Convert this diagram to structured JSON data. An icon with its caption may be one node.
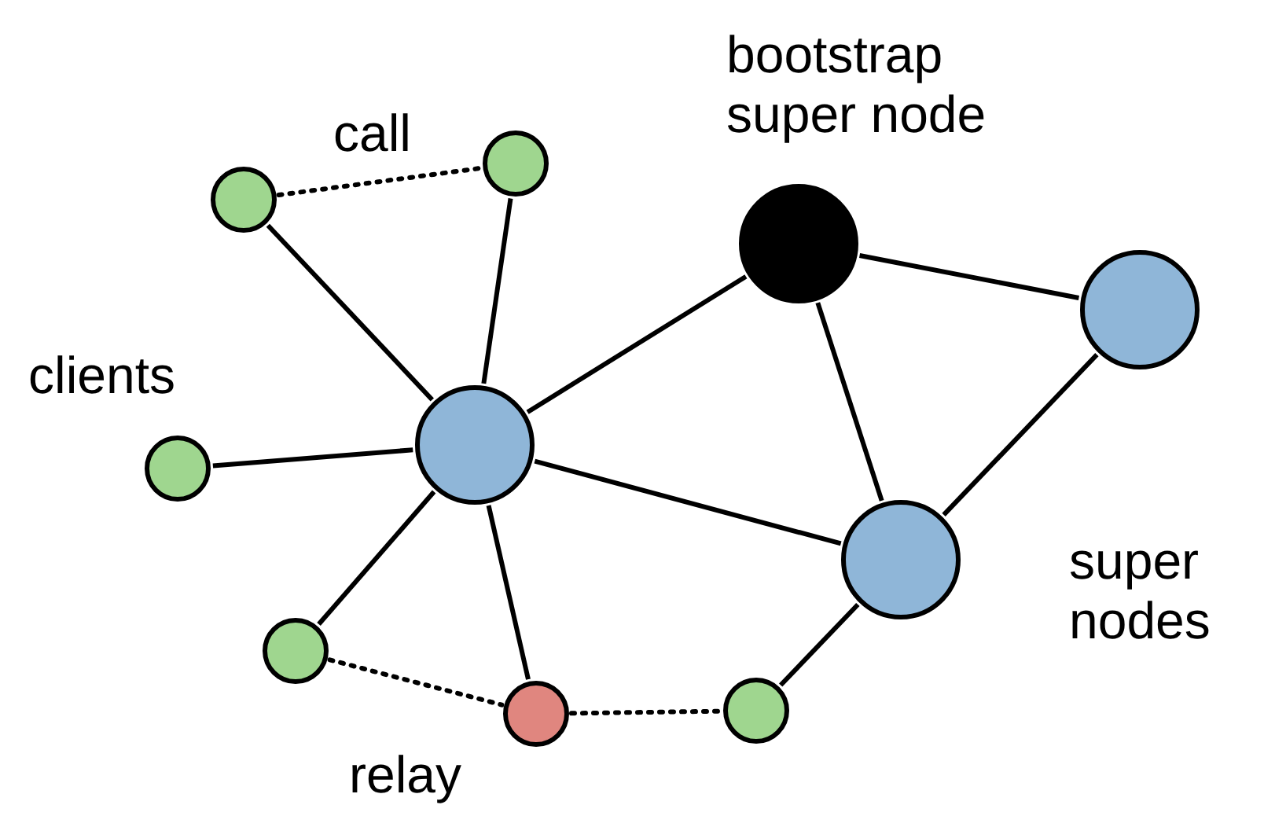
{
  "diagram": {
    "nodes": [
      {
        "text": [],
        "shape": "circle"
      },
      {
        "text": [],
        "shape": "circle"
      },
      {
        "text": [],
        "shape": "circle",
        "beside": [
          "bootstrap super node"
        ]
      },
      {
        "text": [],
        "shape": "circle"
      },
      {
        "text": [],
        "shape": "circle"
      },
      {
        "text": [],
        "shape": "circle"
      },
      {
        "text": [],
        "shape": "circle"
      },
      {
        "text": [],
        "shape": "circle"
      },
      {
        "text": [],
        "shape": "circle",
        "beside": [
          "relay"
        ]
      },
      {
        "text": [],
        "shape": "circle"
      }
    ],
    "edges": [
      {
        "from": 0,
        "to": 1,
        "arrow": "none",
        "style": "dashed"
      },
      {
        "from": 0,
        "to": 4,
        "arrow": "none"
      },
      {
        "from": 1,
        "to": 4,
        "arrow": "none"
      },
      {
        "from": 5,
        "to": 4,
        "arrow": "none"
      },
      {
        "from": 7,
        "to": 4,
        "arrow": "none"
      },
      {
        "from": 8,
        "to": 4,
        "arrow": "none"
      },
      {
        "from": 4,
        "to": 2,
        "arrow": "none"
      },
      {
        "from": 4,
        "to": 6,
        "arrow": "none"
      },
      {
        "from": 2,
        "to": 6,
        "arrow": "none"
      },
      {
        "from": 2,
        "to": 3,
        "arrow": "none"
      },
      {
        "from": 3,
        "to": 6,
        "arrow": "none"
      },
      {
        "from": 6,
        "to": 9,
        "arrow": "none"
      },
      {
        "from": 7,
        "to": 8,
        "arrow": "none",
        "style": "dashed"
      },
      {
        "from": 8,
        "to": 9,
        "arrow": "none",
        "style": "dashed"
      }
    ],
    "labels": [
      "call",
      "clients",
      "super nodes"
    ]
  }
}
